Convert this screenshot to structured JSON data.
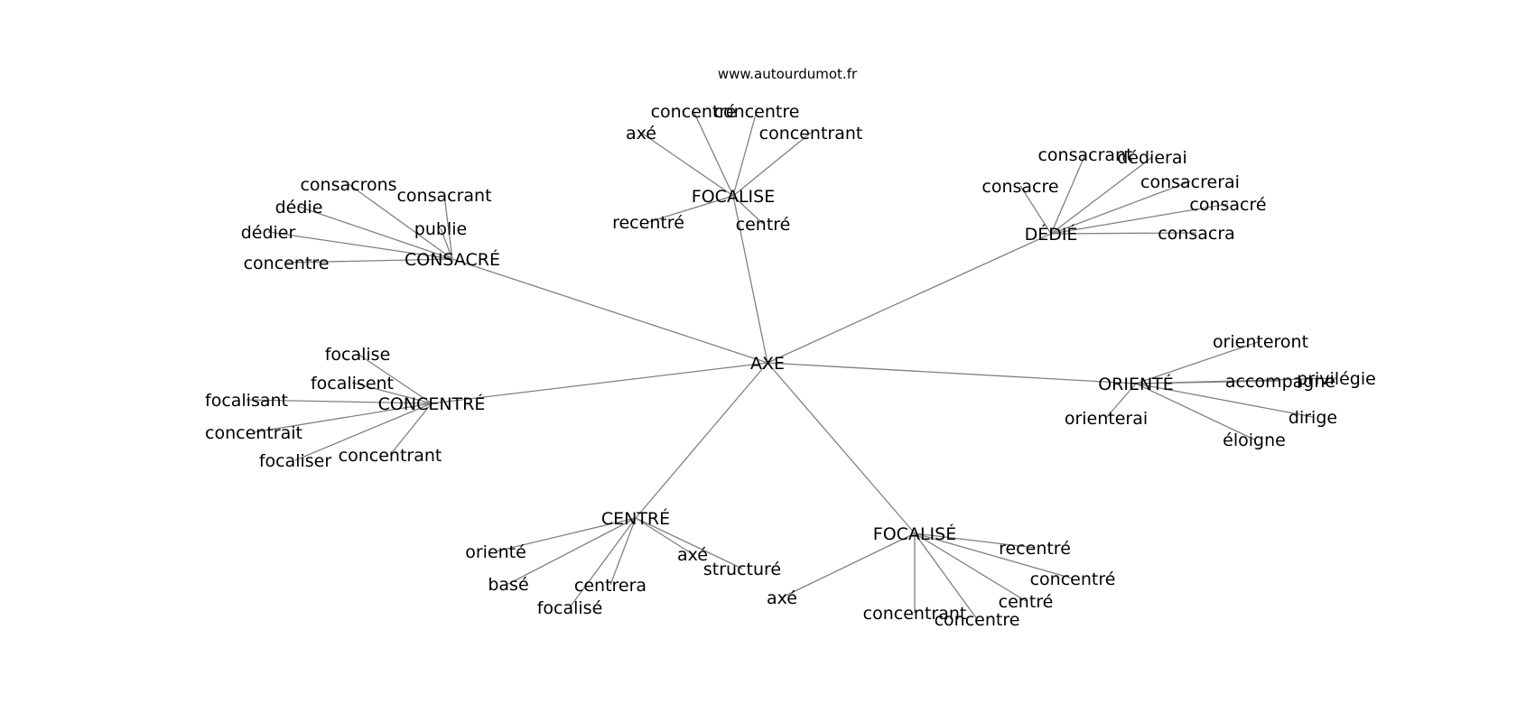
{
  "site": "www.autourdumot.fr",
  "center": "AXE",
  "groups": [
    {
      "id": "focalise",
      "label": "FOCALISE",
      "children": [
        "concentré",
        "concentre",
        "axé",
        "concentrant",
        "recentré",
        "centré"
      ]
    },
    {
      "id": "dedie",
      "label": "DÉDIÉ",
      "children": [
        "consacrant",
        "dédierai",
        "consacre",
        "consacrerai",
        "consacré",
        "consacra"
      ]
    },
    {
      "id": "consacre",
      "label": "CONSACRÉ",
      "children": [
        "consacrons",
        "consacrant",
        "dédie",
        "publie",
        "dédier",
        "concentre"
      ]
    },
    {
      "id": "concentre",
      "label": "CONCENTRÉ",
      "children": [
        "focalise",
        "focalisent",
        "focalisant",
        "concentrait",
        "focaliser",
        "concentrant"
      ]
    },
    {
      "id": "oriente",
      "label": "ORIENTÉ",
      "children": [
        "orienteront",
        "accompagne",
        "privilégie",
        "orienterai",
        "dirige",
        "éloigne"
      ]
    },
    {
      "id": "centre",
      "label": "CENTRÉ",
      "children": [
        "orienté",
        "axé",
        "structuré",
        "basé",
        "centrera",
        "focalisé"
      ]
    },
    {
      "id": "focalise2",
      "label": "FOCALISÉ",
      "children": [
        "recentré",
        "concentré",
        "centré",
        "axé",
        "concentrant",
        "concentre"
      ]
    }
  ]
}
